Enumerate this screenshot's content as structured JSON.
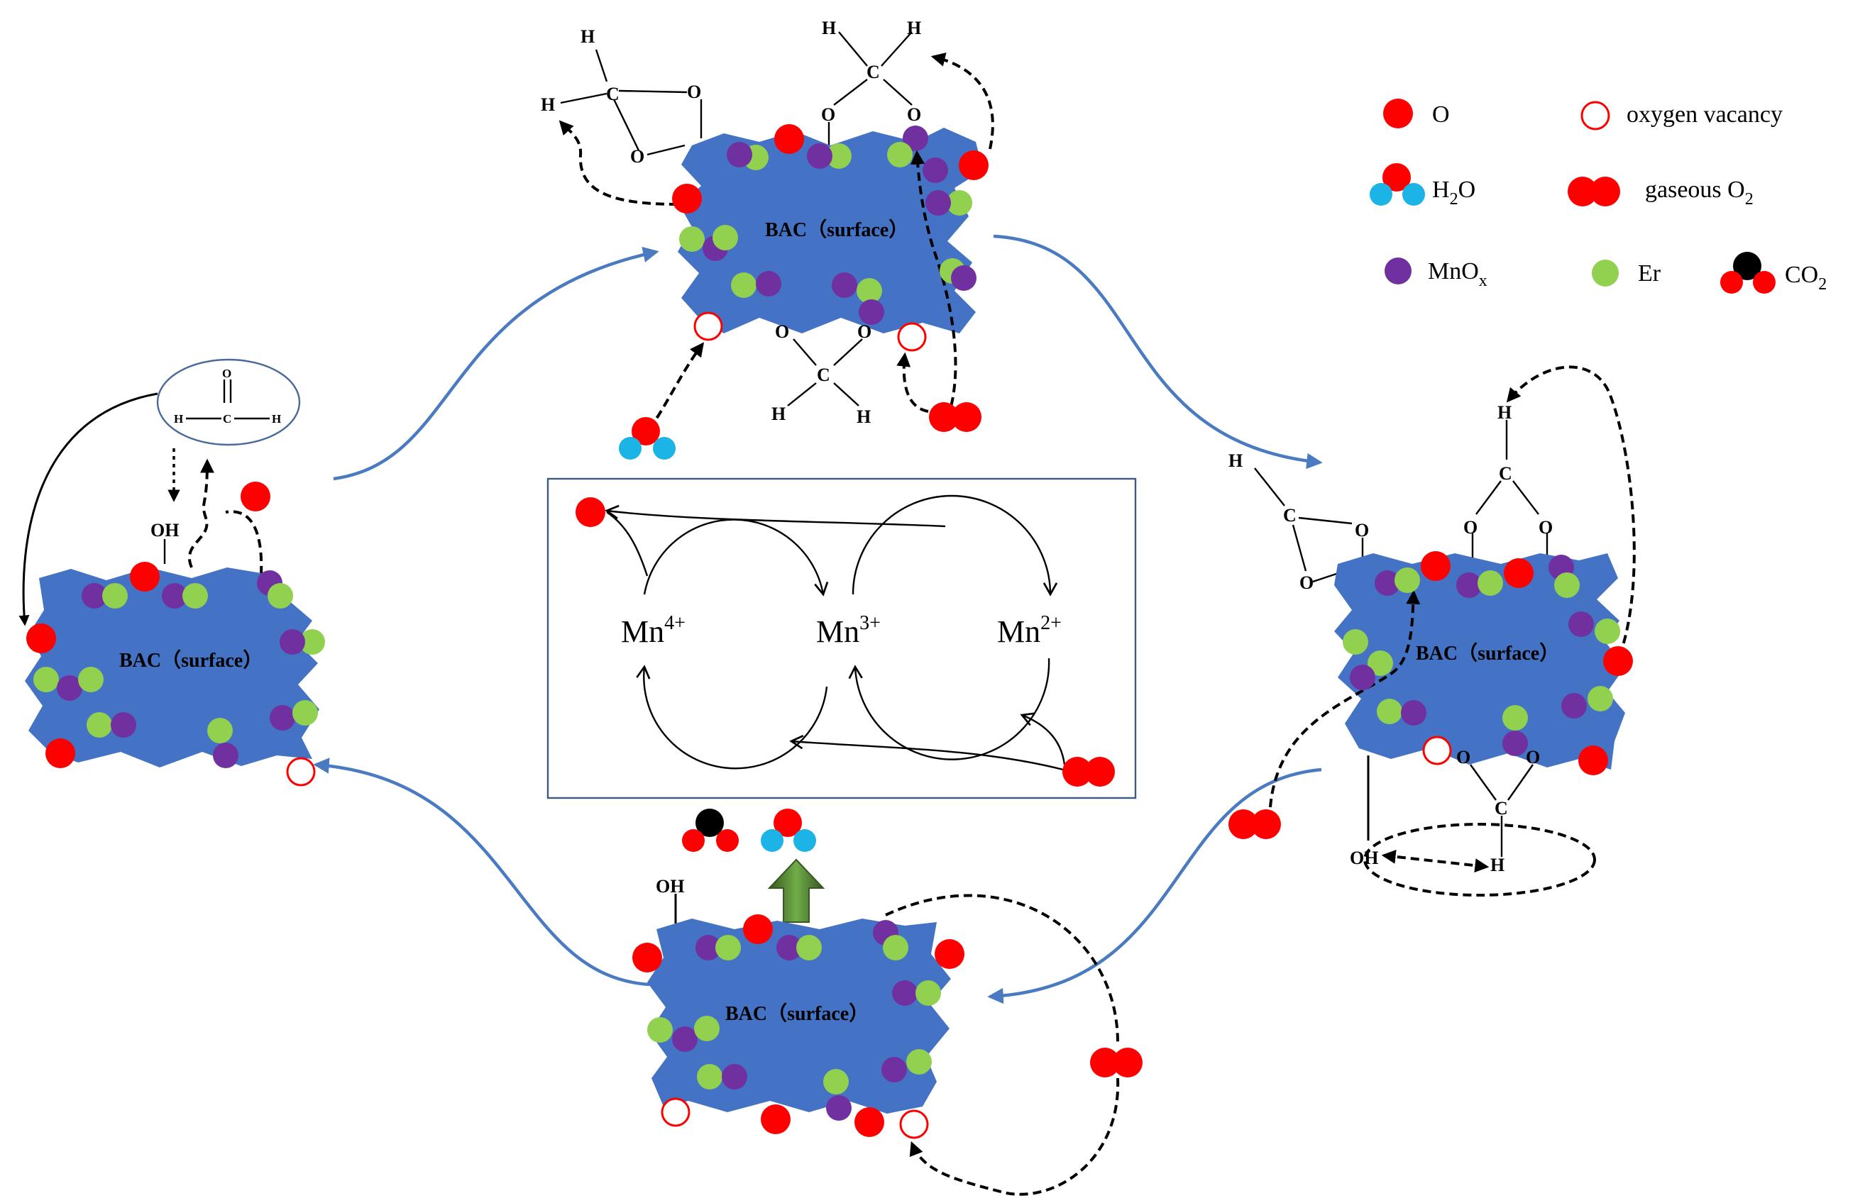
{
  "colors": {
    "oxygen": "#ff0000",
    "hydrogen_in_water": "#1cb3e6",
    "mnox": "#7030a0",
    "er": "#92d050",
    "carbon": "#000000",
    "bac_surface": "#4472c4",
    "flow_arrow": "#4a7ac0",
    "up_arrow": "#548235"
  },
  "surface_label": "BAC（surface）",
  "atoms": {
    "H": "H",
    "C": "C",
    "O": "O",
    "OH": "OH"
  },
  "mn_cycle": {
    "mn4": {
      "base": "Mn",
      "charge": "4+"
    },
    "mn3": {
      "base": "Mn",
      "charge": "3+"
    },
    "mn2": {
      "base": "Mn",
      "charge": "2+"
    }
  },
  "legend": {
    "o": {
      "icon": "red-circle",
      "label": "O"
    },
    "vacancy": {
      "icon": "hollow-red-circle",
      "label": "oxygen  vacancy"
    },
    "h2o": {
      "icon": "water-molecule",
      "base": "H",
      "sub": "2",
      "rest": "O"
    },
    "o2": {
      "icon": "two-red-circles",
      "base": "gaseous  O",
      "sub": "2"
    },
    "mnox": {
      "icon": "purple-circle",
      "base": "MnO",
      "sub": "x"
    },
    "er": {
      "icon": "green-circle",
      "label": "Er"
    },
    "co2": {
      "icon": "co2-molecule",
      "base": "CO",
      "sub": "2"
    }
  }
}
